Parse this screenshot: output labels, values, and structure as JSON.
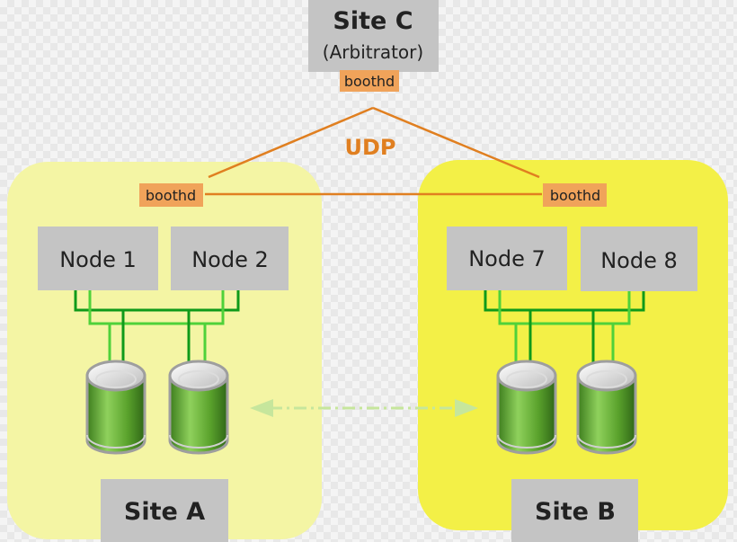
{
  "site_c": {
    "title": "Site C",
    "subtitle": "(Arbitrator)",
    "daemon": "boothd"
  },
  "protocol": "UDP",
  "site_a": {
    "label": "Site A",
    "daemon": "boothd",
    "nodes": [
      "Node 1",
      "Node 2"
    ]
  },
  "site_b": {
    "label": "Site B",
    "daemon": "boothd",
    "nodes": [
      "Node 7",
      "Node 8"
    ]
  },
  "colors": {
    "site_a_bg": "#f4f5a4",
    "site_b_bg": "#f3f047",
    "box_gray": "#c4c4c4",
    "daemon_orange": "#f0a35a",
    "link_orange": "#e07f20",
    "wire_dark_green": "#0f9a1a",
    "wire_light_green": "#4fd13a",
    "replication_arrow": "#c6e69c",
    "disk_green": "#5fa52f"
  }
}
